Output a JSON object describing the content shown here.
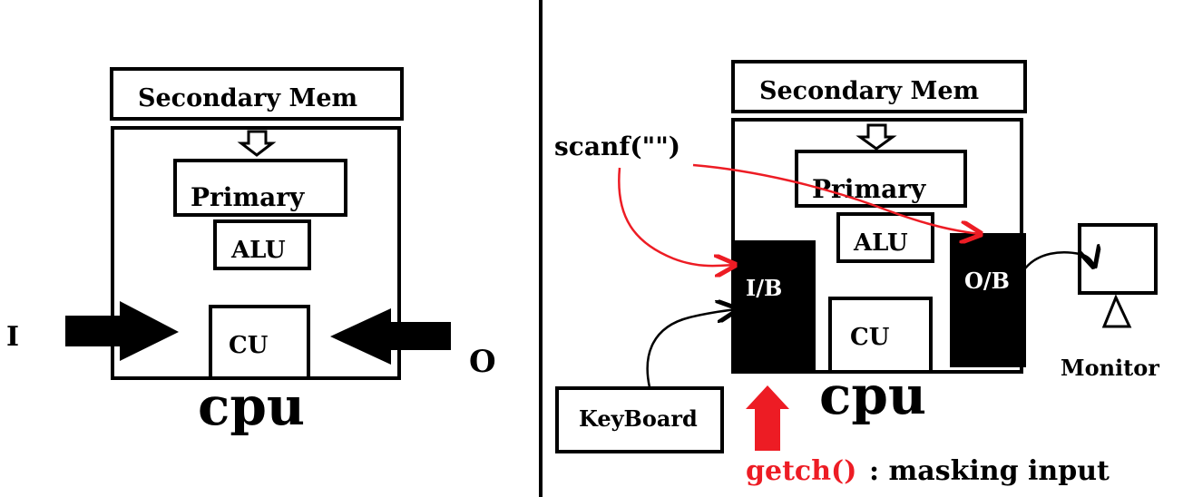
{
  "left_diagram": {
    "secondary_mem": "Secondary Mem",
    "primary": "Primary",
    "alu": "ALU",
    "cu": "CU",
    "cpu": "cpu",
    "input_label": "I",
    "output_label": "O"
  },
  "right_diagram": {
    "secondary_mem": "Secondary Mem",
    "primary": "Primary",
    "alu": "ALU",
    "cu": "CU",
    "cpu": "cpu",
    "input_buffer": "I/B",
    "output_buffer": "O/B",
    "monitor_label": "Monitor",
    "keyboard_label": "KeyBoard",
    "scanf_label": "scanf(\"\")",
    "getch_label": "getch()",
    "masking_label": ": masking input"
  },
  "colors": {
    "ink": "#000000",
    "annotation_red": "#ed1c24",
    "background": "#ffffff"
  }
}
